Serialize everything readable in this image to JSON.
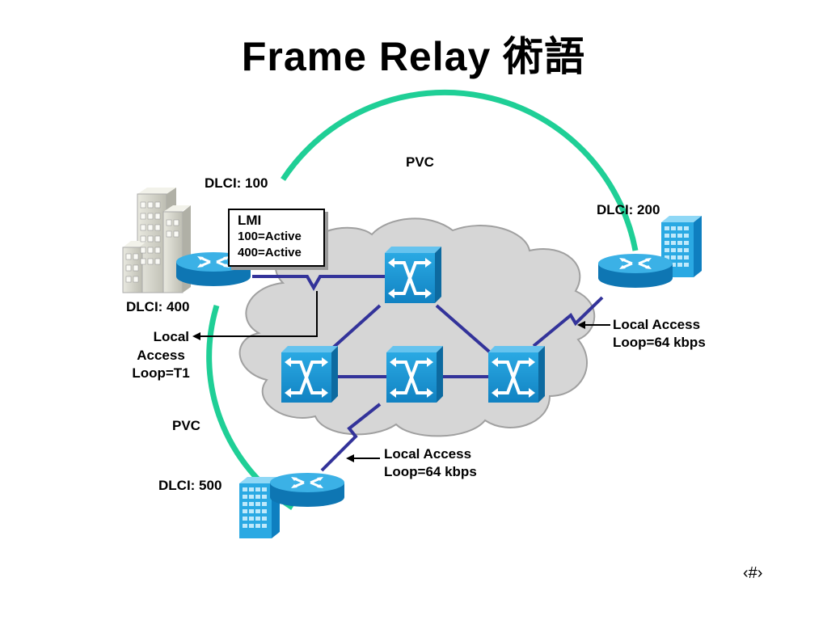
{
  "title": "Frame Relay 術語",
  "labels": {
    "pvc_top": "PVC",
    "pvc_left": "PVC",
    "dlci_100": "DLCI: 100",
    "dlci_200": "DLCI: 200",
    "dlci_400": "DLCI: 400",
    "dlci_500": "DLCI: 500",
    "local_access_t1": [
      "Local",
      "Access",
      "Loop=T1"
    ],
    "local_access_right": [
      "Local Access",
      "Loop=64 kbps"
    ],
    "local_access_bottom": [
      "Local Access",
      "Loop=64 kbps"
    ]
  },
  "lmi": {
    "title": "LMI",
    "lines": [
      "100=Active",
      "400=Active"
    ]
  },
  "slide_number": "‹#›",
  "colors": {
    "pvc": "#1fcf96",
    "cloud": "#d6d6d6",
    "cloud_border": "#a0a0a0",
    "link": "#33339a",
    "device": "#1a9ad6",
    "device_dark": "#0e6fa6"
  }
}
